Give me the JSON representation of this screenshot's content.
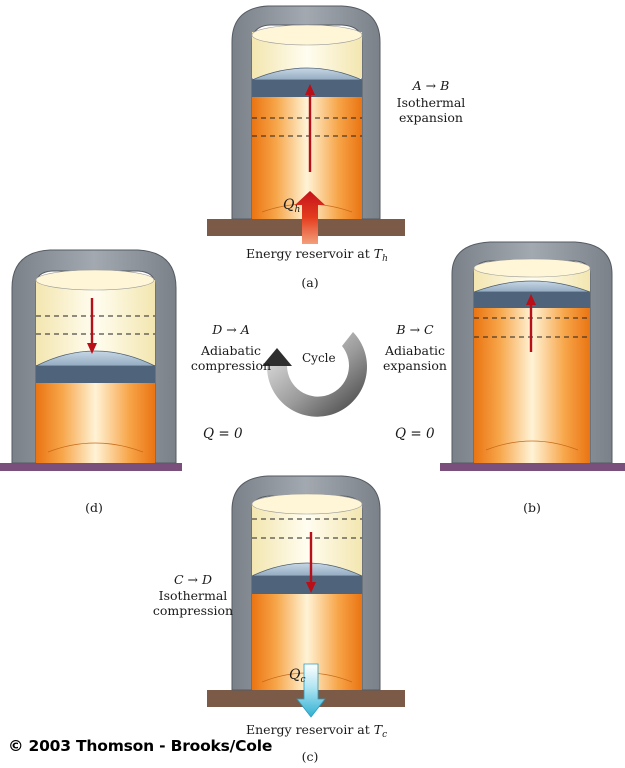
{
  "panels": {
    "a": {
      "tag": "(a)",
      "process": "A → B",
      "process_line1": "Isothermal",
      "process_line2": "expansion",
      "heat_label": "Q",
      "heat_sub": "h",
      "reservoir_text": "Energy reservoir at ",
      "reservoir_T": "T",
      "reservoir_sub": "h"
    },
    "b": {
      "tag": "(b)",
      "process": "B → C",
      "process_line1": "Adiabatic",
      "process_line2": "expansion",
      "heat": "Q = 0"
    },
    "c": {
      "tag": "(c)",
      "process": "C → D",
      "process_line1": "Isothermal",
      "process_line2": "compression",
      "heat_label": "Q",
      "heat_sub": "c",
      "reservoir_text": "Energy reservoir at ",
      "reservoir_T": "T",
      "reservoir_sub": "c"
    },
    "d": {
      "tag": "(d)",
      "process": "D → A",
      "process_line1": "Adiabatic",
      "process_line2": "compression",
      "heat": "Q = 0"
    }
  },
  "cycle_label": "Cycle",
  "copyright": "© 2003 Thomson - Brooks/Cole",
  "colors": {
    "wall": "#8c929a",
    "wall_dark": "#5f656c",
    "piston": "#4f647a",
    "piston_cap": "#a9bfd1",
    "gas": "#f08a1c",
    "gas_light": "#fff6dc",
    "empty": "#fbf3cf",
    "base_brown": "#7b5a48",
    "base_purple": "#7a4f7c",
    "arrow_red": "#b80f18",
    "arrow_cyan": "#3cb6d4"
  }
}
